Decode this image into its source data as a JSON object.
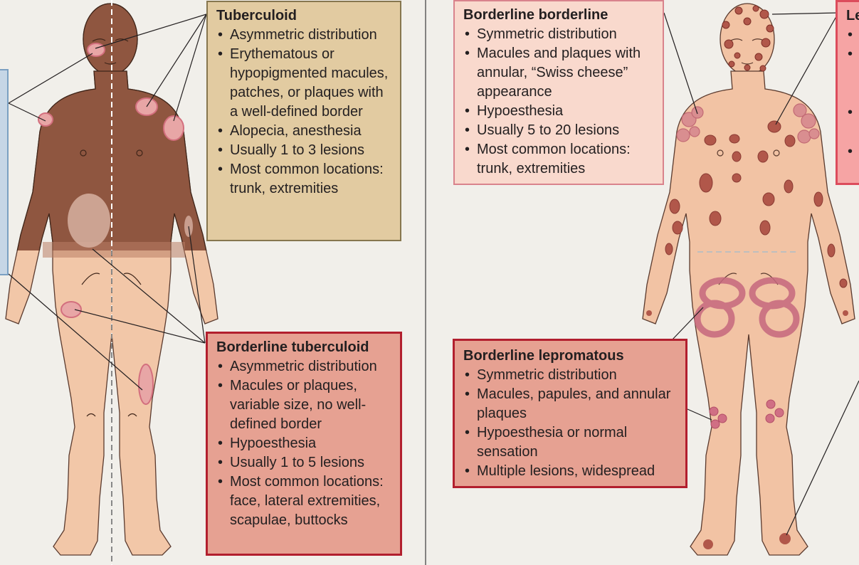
{
  "colors": {
    "background": "#f1efea",
    "dark_skin": "#8f5640",
    "light_skin": "#f2c3a4",
    "lesion": "#b1574a",
    "tuberculoid_box": "#e2cba1",
    "borderline_tuberculoid_box": "#e6a192",
    "borderline_borderline_box": "#f9d9cd",
    "borderline_lepromatous_box": "#e6a192",
    "lepromatous_box": "#f6a4a4"
  },
  "tuberculoid": {
    "title": "Tuberculoid",
    "items": [
      "Asymmetric distribution",
      "Erythematous or hypopigmented macules, patches, or plaques with a well-defined border",
      "Alopecia, anesthesia",
      "Usually 1 to 3 lesions",
      "Most common locations: trunk, extremities"
    ]
  },
  "borderline_tuberculoid": {
    "title": "Borderline tuberculoid",
    "items": [
      "Asymmetric distribution",
      "Macules or plaques, variable size, no well-defined border",
      "Hypoesthesia",
      "Usually 1 to 5 lesions",
      "Most common locations: face, lateral extremities, scapulae, buttocks"
    ]
  },
  "borderline_borderline": {
    "title": "Borderline borderline",
    "items": [
      "Symmetric distribution",
      "Macules and plaques with annular, “Swiss cheese” appearance",
      "Hypoesthesia",
      "Usually 5 to 20 lesions",
      "Most common locations: trunk, extremities"
    ]
  },
  "borderline_lepromatous": {
    "title": "Borderline lepromatous",
    "items": [
      "Symmetric distribution",
      "Macules, papules, and annular plaques",
      "Hypoesthesia or normal sensation",
      "Multiple lesions, widespread"
    ]
  },
  "lepromatous_partial": {
    "title": "Le",
    "bullets": [
      "",
      "",
      "",
      ""
    ]
  }
}
